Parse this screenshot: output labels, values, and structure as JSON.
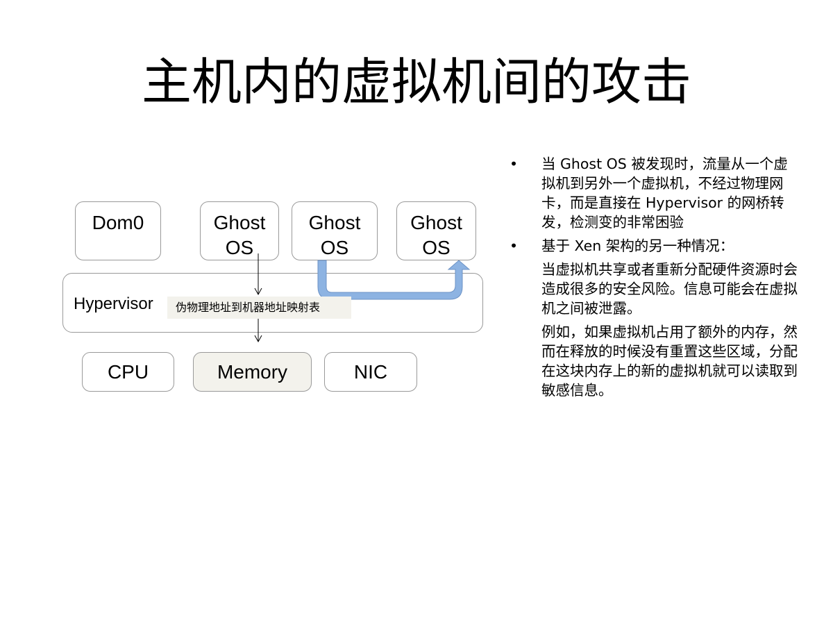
{
  "title": "主机内的虚拟机间的攻击",
  "diagram": {
    "vms": [
      "Dom0",
      "Ghost\nOS",
      "Ghost\nOS",
      "Ghost\nOS"
    ],
    "hypervisor": "Hypervisor",
    "mapping_table": "伪物理地址到机器地址映射表",
    "hardware": [
      "CPU",
      "Memory",
      "NIC"
    ],
    "colors": {
      "flow_arrow": "#8db3e2",
      "flow_arrow_border": "#6d93c6",
      "memory_fill": "#f3f2ec"
    }
  },
  "bullets": [
    {
      "text": "当 Ghost OS 被发现时，流量从一个虚拟机到另外一个虚拟机，不经过物理网卡，而是直接在 Hypervisor 的网桥转发，检测变的非常困验"
    },
    {
      "text": "基于 Xen 架构的另一种情况：",
      "subs": [
        "当虚拟机共享或者重新分配硬件资源时会造成很多的安全风险。信息可能会在虚拟机之间被泄露。",
        "例如，如果虚拟机占用了额外的内存，然而在释放的时候没有重置这些区域，分配在这块内存上的新的虚拟机就可以读取到敏感信息。"
      ]
    }
  ]
}
